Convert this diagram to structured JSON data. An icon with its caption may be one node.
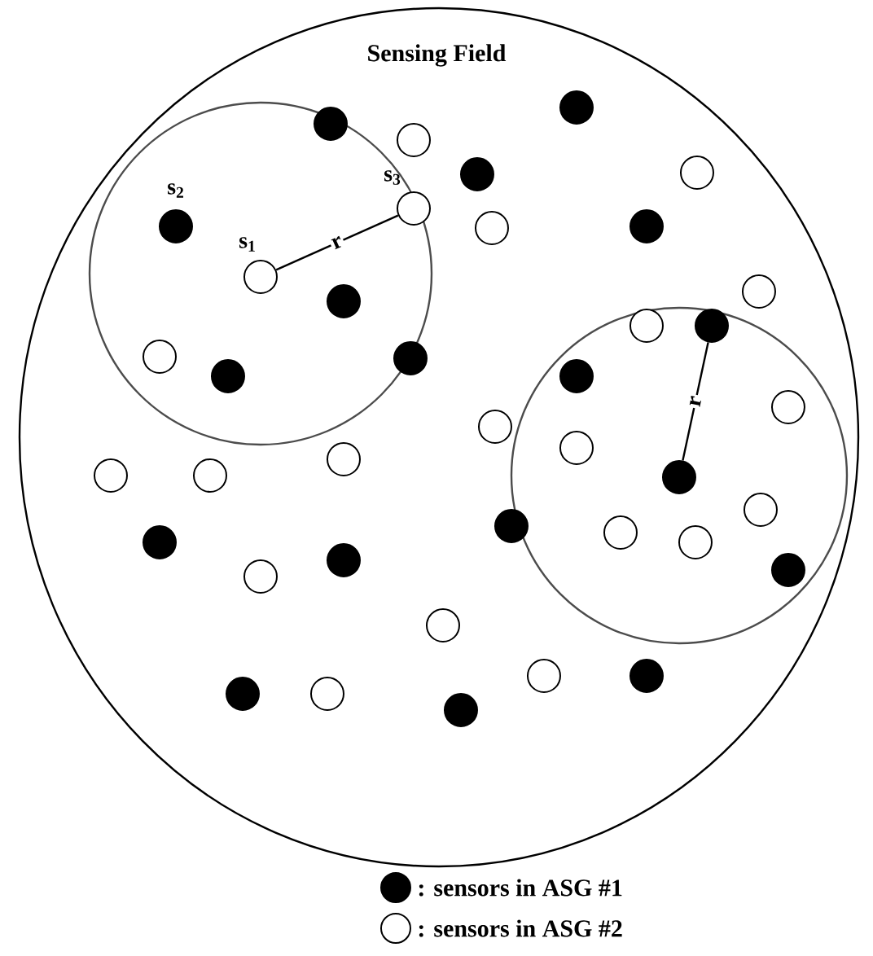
{
  "diagram": {
    "nodes": [
      {
        "text": [
          "Sensing Field"
        ]
      },
      {
        "text": [],
        "shape": "circle",
        "in": 0
      },
      {
        "text": [],
        "shape": "circle",
        "in": 0
      },
      {
        "text": [],
        "shape": "circle",
        "in": 0
      },
      {
        "text": [],
        "shape": "circle",
        "in": 0
      },
      {
        "text": [],
        "shape": "circle",
        "in": 0
      },
      {
        "text": [],
        "shape": "circle",
        "in": 0,
        "beside": [
          "s$_{3}$"
        ]
      },
      {
        "text": [],
        "shape": "circle",
        "in": 0,
        "beside": [
          "s$_{2}$"
        ]
      },
      {
        "text": [],
        "shape": "circle",
        "in": 0
      },
      {
        "text": [],
        "shape": "circle",
        "in": 0
      },
      {
        "text": [],
        "shape": "circle",
        "in": 0,
        "beside": [
          "s$_{1}$"
        ]
      },
      {
        "text": [],
        "shape": "circle",
        "in": 0
      },
      {
        "text": [],
        "shape": "circle",
        "in": 0
      },
      {
        "text": [],
        "shape": "circle",
        "in": 0
      },
      {
        "text": [],
        "shape": "circle",
        "in": 0
      },
      {
        "text": [],
        "shape": "circle",
        "in": 0
      },
      {
        "text": [],
        "shape": "circle",
        "in": 0
      },
      {
        "text": [],
        "shape": "circle",
        "in": 0
      },
      {
        "text": [],
        "shape": "circle",
        "in": 0
      },
      {
        "text": [],
        "shape": "circle",
        "in": 0
      },
      {
        "text": [],
        "shape": "circle",
        "in": 0
      },
      {
        "text": [],
        "shape": "circle",
        "in": 0
      },
      {
        "text": [],
        "shape": "circle",
        "in": 0
      },
      {
        "text": [],
        "shape": "circle",
        "in": 0
      },
      {
        "text": [],
        "shape": "circle",
        "in": 0
      },
      {
        "text": [],
        "shape": "circle",
        "in": 0
      },
      {
        "text": [],
        "shape": "circle",
        "in": 0
      },
      {
        "text": [],
        "shape": "circle",
        "in": 0
      },
      {
        "text": [],
        "shape": "circle",
        "in": 0
      },
      {
        "text": [],
        "shape": "circle",
        "in": 0
      },
      {
        "text": [],
        "shape": "circle",
        "in": 0
      },
      {
        "text": [],
        "shape": "circle",
        "in": 0
      },
      {
        "text": [],
        "shape": "circle",
        "in": 0
      },
      {
        "text": [],
        "shape": "circle",
        "in": 0
      },
      {
        "text": [],
        "shape": "circle",
        "in": 0
      },
      {
        "text": [],
        "shape": "circle",
        "in": 0
      },
      {
        "text": [],
        "shape": "circle",
        "in": 0
      },
      {
        "text": [],
        "shape": "circle",
        "in": 0
      },
      {
        "text": [],
        "shape": "circle",
        "in": 0
      },
      {
        "text": [],
        "shape": "circle",
        "in": 0
      }
    ],
    "edges": [
      {
        "from": 10,
        "to": 6,
        "arrow": "none",
        "label": "r"
      },
      {
        "from": 25,
        "to": 13,
        "arrow": "none",
        "label": "r"
      }
    ],
    "legend": [
      {
        "text": ": sensors in ASG #1"
      },
      {
        "text": ": sensors in ASG #2"
      }
    ]
  }
}
